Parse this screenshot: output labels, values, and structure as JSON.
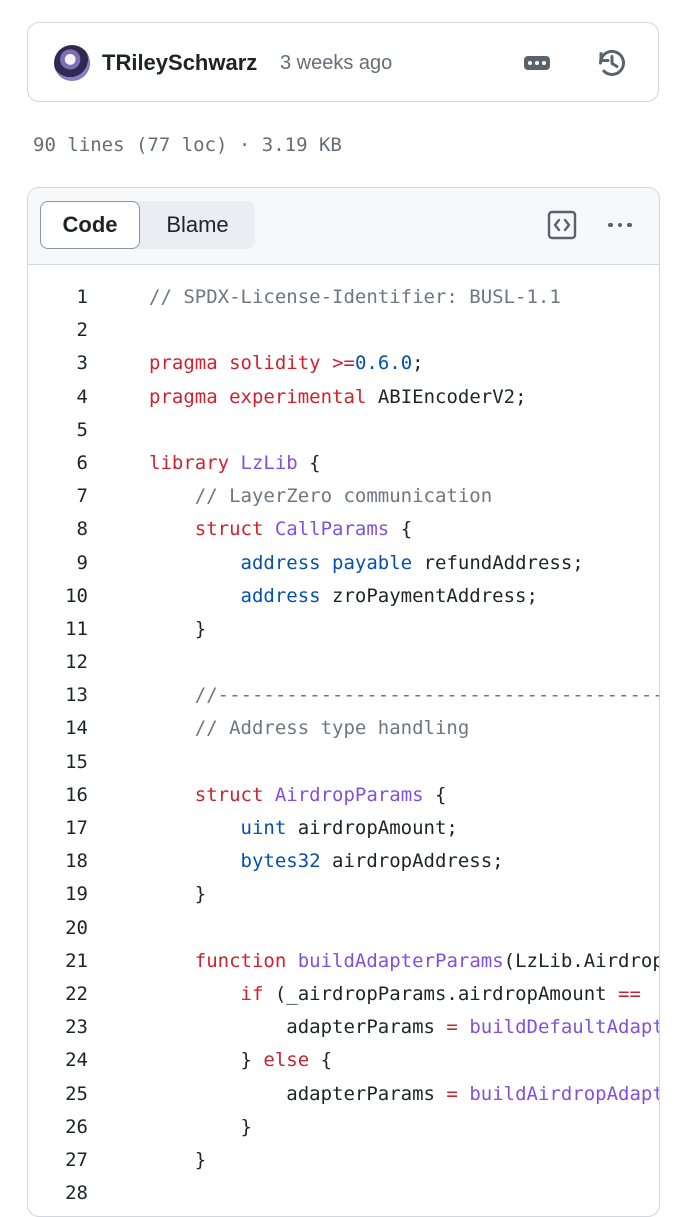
{
  "commit": {
    "author": "TRileySchwarz",
    "time": "3 weeks ago",
    "icons": [
      "avatar",
      "ellipsis-icon",
      "history-icon"
    ]
  },
  "file_meta": "90 lines (77 loc) · 3.19 KB",
  "viewer": {
    "tabs": [
      {
        "label": "Code",
        "selected": true
      },
      {
        "label": "Blame",
        "selected": false
      }
    ],
    "icons": [
      "raw-code-icon",
      "kebab-horizontal-icon"
    ]
  },
  "code_lines": [
    {
      "n": "1",
      "tokens": [
        {
          "t": "// SPDX-License-Identifier: BUSL-1.1",
          "c": "com"
        }
      ]
    },
    {
      "n": "2",
      "tokens": []
    },
    {
      "n": "3",
      "tokens": [
        {
          "t": "pragma",
          "c": "kw"
        },
        {
          "t": " "
        },
        {
          "t": "solidity",
          "c": "kw"
        },
        {
          "t": " "
        },
        {
          "t": ">=",
          "c": "kw"
        },
        {
          "t": "0.6.0",
          "c": "const"
        },
        {
          "t": ";"
        }
      ]
    },
    {
      "n": "4",
      "tokens": [
        {
          "t": "pragma",
          "c": "kw"
        },
        {
          "t": " "
        },
        {
          "t": "experimental",
          "c": "kw"
        },
        {
          "t": " ABIEncoderV2;"
        }
      ]
    },
    {
      "n": "5",
      "tokens": []
    },
    {
      "n": "6",
      "tokens": [
        {
          "t": "library",
          "c": "kw"
        },
        {
          "t": " "
        },
        {
          "t": "LzLib",
          "c": "ent"
        },
        {
          "t": " {"
        }
      ]
    },
    {
      "n": "7",
      "tokens": [
        {
          "t": "    "
        },
        {
          "t": "// LayerZero communication",
          "c": "com"
        }
      ]
    },
    {
      "n": "8",
      "tokens": [
        {
          "t": "    "
        },
        {
          "t": "struct",
          "c": "kw"
        },
        {
          "t": " "
        },
        {
          "t": "CallParams",
          "c": "ent"
        },
        {
          "t": " {"
        }
      ]
    },
    {
      "n": "9",
      "tokens": [
        {
          "t": "        "
        },
        {
          "t": "address",
          "c": "const"
        },
        {
          "t": " "
        },
        {
          "t": "payable",
          "c": "const"
        },
        {
          "t": " refundAddress;"
        }
      ]
    },
    {
      "n": "10",
      "tokens": [
        {
          "t": "        "
        },
        {
          "t": "address",
          "c": "const"
        },
        {
          "t": " zroPaymentAddress;"
        }
      ]
    },
    {
      "n": "11",
      "tokens": [
        {
          "t": "    }"
        }
      ]
    },
    {
      "n": "12",
      "tokens": []
    },
    {
      "n": "13",
      "tokens": [
        {
          "t": "    "
        },
        {
          "t": "//------------------------------------------------",
          "c": "com"
        }
      ]
    },
    {
      "n": "14",
      "tokens": [
        {
          "t": "    "
        },
        {
          "t": "// Address type handling",
          "c": "com"
        }
      ]
    },
    {
      "n": "15",
      "tokens": []
    },
    {
      "n": "16",
      "tokens": [
        {
          "t": "    "
        },
        {
          "t": "struct",
          "c": "kw"
        },
        {
          "t": " "
        },
        {
          "t": "AirdropParams",
          "c": "ent"
        },
        {
          "t": " {"
        }
      ]
    },
    {
      "n": "17",
      "tokens": [
        {
          "t": "        "
        },
        {
          "t": "uint",
          "c": "const"
        },
        {
          "t": " airdropAmount;"
        }
      ]
    },
    {
      "n": "18",
      "tokens": [
        {
          "t": "        "
        },
        {
          "t": "bytes32",
          "c": "const"
        },
        {
          "t": " airdropAddress;"
        }
      ]
    },
    {
      "n": "19",
      "tokens": [
        {
          "t": "    }"
        }
      ]
    },
    {
      "n": "20",
      "tokens": []
    },
    {
      "n": "21",
      "tokens": [
        {
          "t": "    "
        },
        {
          "t": "function",
          "c": "kw"
        },
        {
          "t": " "
        },
        {
          "t": "buildAdapterParams",
          "c": "ent"
        },
        {
          "t": "(LzLib.AirdropParams"
        }
      ]
    },
    {
      "n": "22",
      "tokens": [
        {
          "t": "        "
        },
        {
          "t": "if",
          "c": "kw"
        },
        {
          "t": " (_airdropParams.airdropAmount "
        },
        {
          "t": "==",
          "c": "kw"
        }
      ]
    },
    {
      "n": "23",
      "tokens": [
        {
          "t": "            adapterParams "
        },
        {
          "t": "=",
          "c": "kw"
        },
        {
          "t": " "
        },
        {
          "t": "buildDefaultAdapter",
          "c": "ent"
        }
      ]
    },
    {
      "n": "24",
      "tokens": [
        {
          "t": "        } "
        },
        {
          "t": "else",
          "c": "kw"
        },
        {
          "t": " {"
        }
      ]
    },
    {
      "n": "25",
      "tokens": [
        {
          "t": "            adapterParams "
        },
        {
          "t": "=",
          "c": "kw"
        },
        {
          "t": " "
        },
        {
          "t": "buildAirdropAdapter",
          "c": "ent"
        }
      ]
    },
    {
      "n": "26",
      "tokens": [
        {
          "t": "        }"
        }
      ]
    },
    {
      "n": "27",
      "tokens": [
        {
          "t": "    }"
        }
      ]
    },
    {
      "n": "28",
      "tokens": []
    }
  ]
}
